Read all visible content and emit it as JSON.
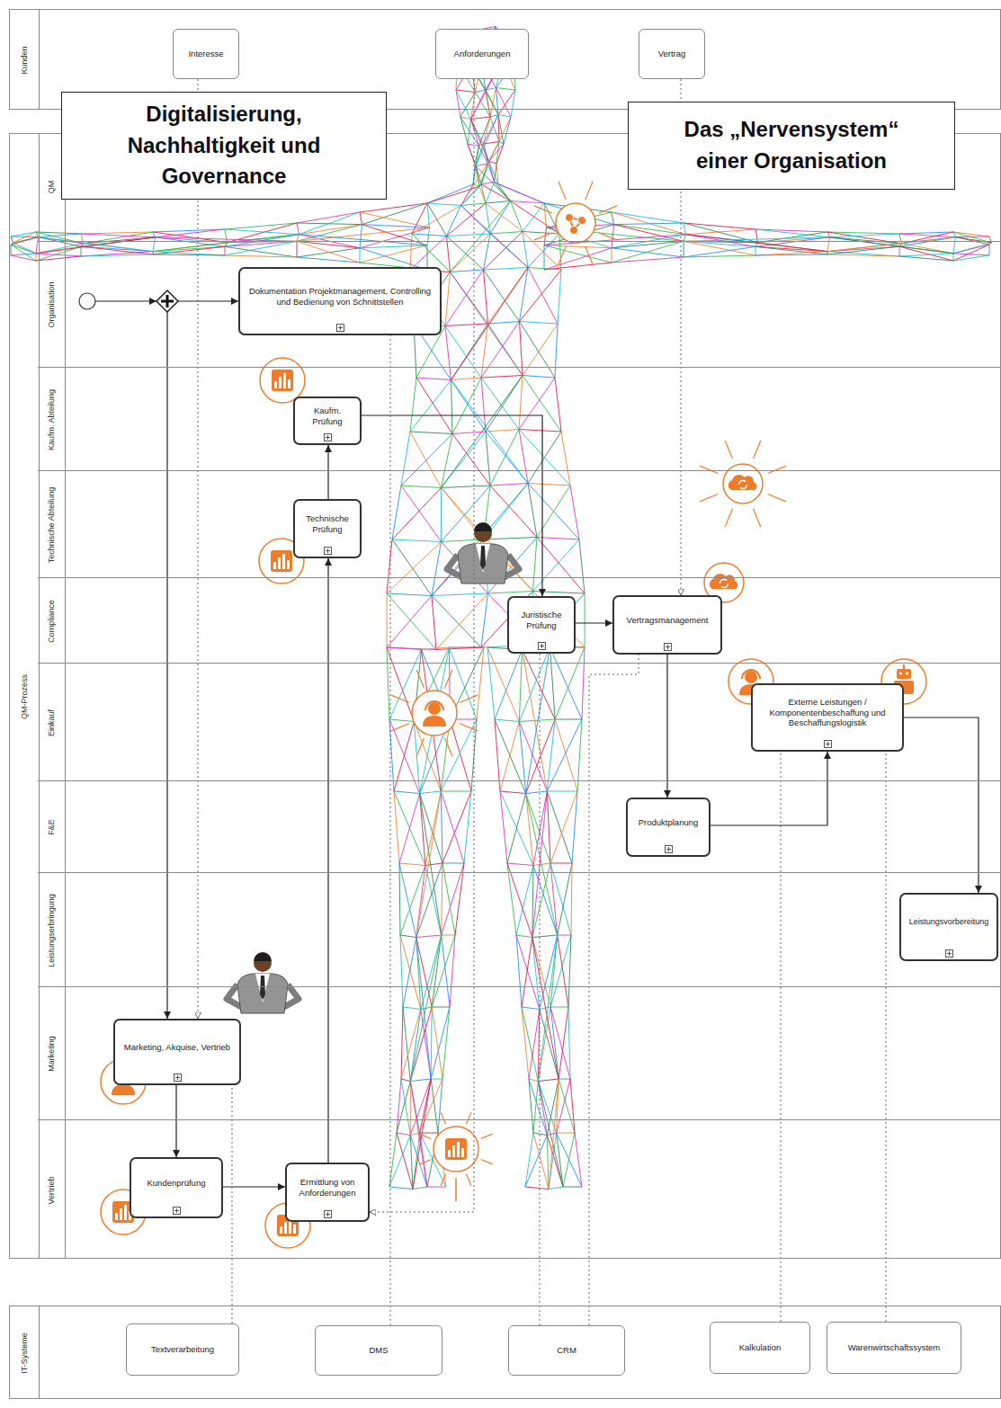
{
  "diagram": {
    "nodes": [
      {
        "text": [
          "Kunden"
        ]
      },
      {
        "text": [
          "Interesse"
        ],
        "in": 0
      },
      {
        "text": [
          "Anforderungen"
        ],
        "in": 0
      },
      {
        "text": [
          "Vertrag"
        ],
        "in": 0
      },
      {
        "text": [
          "Digitalisierung, Nachhaltigkeit und Governance"
        ]
      },
      {
        "text": [
          "Das „Nervensystem“ einer Organisation"
        ]
      },
      {
        "text": [
          "QM-Prozess"
        ]
      },
      {
        "text": [
          "QM"
        ],
        "in": 6
      },
      {
        "text": [
          "Organisation"
        ],
        "in": 6
      },
      {
        "text": [
          "Dokumentation Projektmanagement, Controlling und Bedienung von Schnittstellen"
        ],
        "in": 8
      },
      {
        "text": [
          "Kaufm. Abteilung"
        ],
        "in": 6
      },
      {
        "text": [
          "Kaufm. Prüfung"
        ],
        "in": 10
      },
      {
        "text": [
          "Technische Abteilung"
        ],
        "in": 6
      },
      {
        "text": [
          "Technische Prüfung"
        ],
        "in": 12
      },
      {
        "text": [
          "Compliance"
        ],
        "in": 6
      },
      {
        "text": [
          "Juristische Prüfung"
        ],
        "in": 14
      },
      {
        "text": [
          "Vertragsmanagement"
        ],
        "in": 14
      },
      {
        "text": [
          "Einkauf"
        ],
        "in": 6
      },
      {
        "text": [
          "Externe Leistungen / Komponentenbeschaffung und Beschaffungslogistik"
        ],
        "in": 17
      },
      {
        "text": [
          "F&E"
        ],
        "in": 6
      },
      {
        "text": [
          "Produktplanung"
        ],
        "in": 19
      },
      {
        "text": [
          "Leistungserbringung"
        ],
        "in": 6
      },
      {
        "text": [
          "Leistungsvorbereitung"
        ],
        "in": 21
      },
      {
        "text": [
          "Marketing"
        ],
        "in": 6
      },
      {
        "text": [
          "Marketing, Akquise, Vertrieb"
        ],
        "in": 23
      },
      {
        "text": [
          "Vertrieb"
        ],
        "in": 6
      },
      {
        "text": [
          "Kundenprüfung"
        ],
        "in": 25
      },
      {
        "text": [
          "Ermittlung von Anforderungen"
        ],
        "in": 25
      },
      {
        "text": [
          "IT-Systeme"
        ]
      },
      {
        "text": [
          "Textverarbeitung"
        ],
        "in": 28
      },
      {
        "text": [
          "DMS"
        ],
        "in": 28
      },
      {
        "text": [
          "CRM"
        ],
        "in": 28
      },
      {
        "text": [
          "Kalkulation"
        ],
        "in": 28
      },
      {
        "text": [
          "Warenwirtschaftssystem"
        ],
        "in": 28
      }
    ],
    "edges": [
      {
        "from": 24,
        "to": 26,
        "arrow": "to"
      },
      {
        "from": 26,
        "to": 27,
        "arrow": "to"
      },
      {
        "from": 27,
        "to": 13,
        "arrow": "to"
      },
      {
        "from": 13,
        "to": 11,
        "arrow": "to"
      },
      {
        "from": 11,
        "to": 15,
        "arrow": "to"
      },
      {
        "from": 15,
        "to": 16,
        "arrow": "to"
      },
      {
        "from": 16,
        "to": 20,
        "arrow": "to"
      },
      {
        "from": 20,
        "to": 18,
        "arrow": "to"
      },
      {
        "from": 18,
        "to": 22,
        "arrow": "to"
      },
      {
        "from": 1,
        "to": 24,
        "arrow": "to"
      },
      {
        "from": 2,
        "to": 27,
        "arrow": "to"
      },
      {
        "from": 3,
        "to": 16,
        "arrow": "to"
      },
      {
        "from": 29,
        "to": 24,
        "arrow": "none"
      },
      {
        "from": 30,
        "to": 9,
        "arrow": "none"
      },
      {
        "from": 31,
        "to": 15,
        "arrow": "none"
      },
      {
        "from": 31,
        "to": 16,
        "arrow": "none"
      },
      {
        "from": 32,
        "to": 18,
        "arrow": "none"
      },
      {
        "from": 33,
        "to": 18,
        "arrow": "none"
      }
    ]
  }
}
